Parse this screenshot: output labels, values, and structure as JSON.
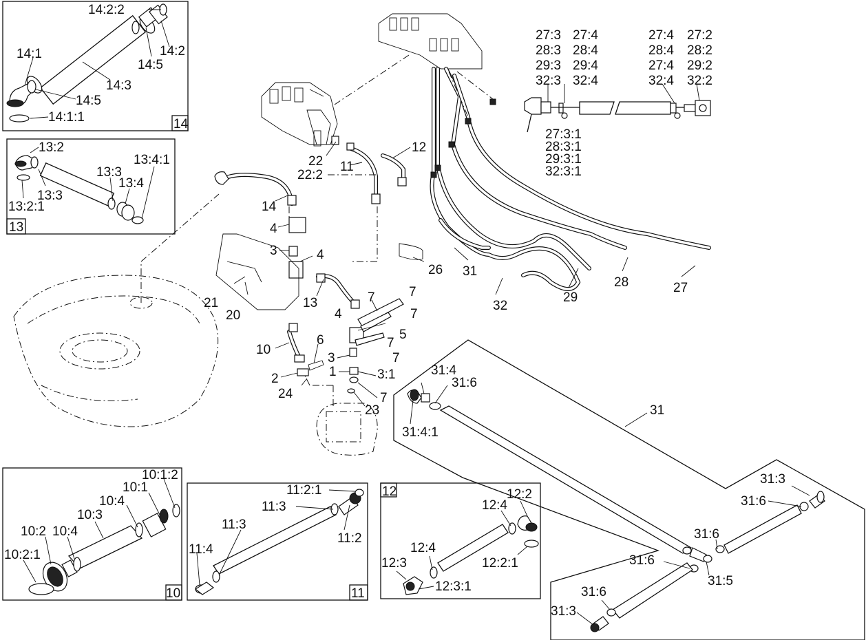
{
  "labels": {
    "l14_2_2": "14:2:2",
    "l14_1": "14:1",
    "l14_2": "14:2",
    "l14_5a": "14:5",
    "l14_3": "14:3",
    "l14_5b": "14:5",
    "l14_1_1": "14:1:1",
    "l14_box": "14",
    "l13_2": "13:2",
    "l13_4_1": "13:4:1",
    "l13_3a": "13:3",
    "l13_4": "13:4",
    "l13_3b": "13:3",
    "l13_2_1": "13:2:1",
    "l13_box": "13",
    "l27_3": "27:3",
    "l28_3": "28:3",
    "l29_3": "29:3",
    "l32_3": "32:3",
    "l27_4a": "27:4",
    "l28_4a": "28:4",
    "l29_4": "29:4",
    "l32_4a": "32:4",
    "l27_4b": "27:4",
    "l28_4b": "28:4",
    "l27_4c": "27:4",
    "l32_4b": "32:4",
    "l27_2": "27:2",
    "l28_2": "28:2",
    "l29_2": "29:2",
    "l32_2": "32:2",
    "l27_3_1": "27:3:1",
    "l28_3_1": "28:3:1",
    "l29_3_1": "29:3:1",
    "l32_3_1": "32:3:1",
    "l12": "12",
    "l22": "22",
    "l22_2": "22:2",
    "l11": "11",
    "l14": "14",
    "l4a": "4",
    "l3a": "3",
    "l4b": "4",
    "l26": "26",
    "l31": "31",
    "l32": "32",
    "l29": "29",
    "l28": "28",
    "l27": "27",
    "l21": "21",
    "l20": "20",
    "l13": "13",
    "l7a": "7",
    "l7b": "7",
    "l7c": "7",
    "l4c": "4",
    "l5": "5",
    "l7d": "7",
    "l7e": "7",
    "l10": "10",
    "l6": "6",
    "l3b": "3",
    "l3_1": "3:1",
    "l1": "1",
    "l2": "2",
    "l24": "24",
    "l7f": "7",
    "l23": "23",
    "l31_4": "31:4",
    "l31_6a": "31:6",
    "l31_4_1": "31:4:1",
    "l31_main": "31",
    "l31_3a": "31:3",
    "l31_6b": "31:6",
    "l31_6c": "31:6",
    "l31_6d": "31:6",
    "l31_5": "31:5",
    "l31_6e": "31:6",
    "l31_3b": "31:3",
    "l10_1_2": "10:1:2",
    "l10_1": "10:1",
    "l10_4a": "10:4",
    "l10_3": "10:3",
    "l10_2": "10:2",
    "l10_4b": "10:4",
    "l10_2_1": "10:2:1",
    "l10_box": "10",
    "l11_2_1": "11:2:1",
    "l11_3a": "11:3",
    "l11_3b": "11:3",
    "l11_2": "11:2",
    "l11_4": "11:4",
    "l11_box": "11",
    "l12_box": "12",
    "l12_2": "12:2",
    "l12_4a": "12:4",
    "l12_4b": "12:4",
    "l12_2_1": "12:2:1",
    "l12_3": "12:3",
    "l12_3_1": "12:3:1"
  }
}
